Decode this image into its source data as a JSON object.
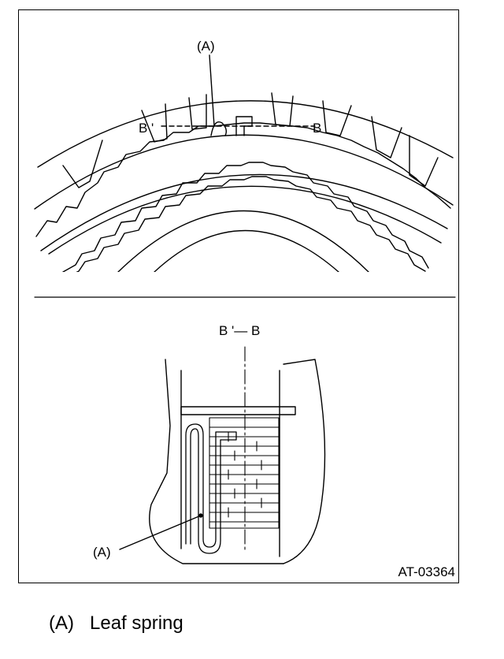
{
  "labels": {
    "callout_top": "(A)",
    "section_left": "B '",
    "section_right": "B",
    "section_title": "B '— B",
    "callout_bottom": "(A)"
  },
  "figure_id": "AT-03364",
  "legend": {
    "key": "(A)",
    "text": "Leaf spring"
  },
  "colors": {
    "ink": "#000000",
    "paper": "#ffffff"
  }
}
